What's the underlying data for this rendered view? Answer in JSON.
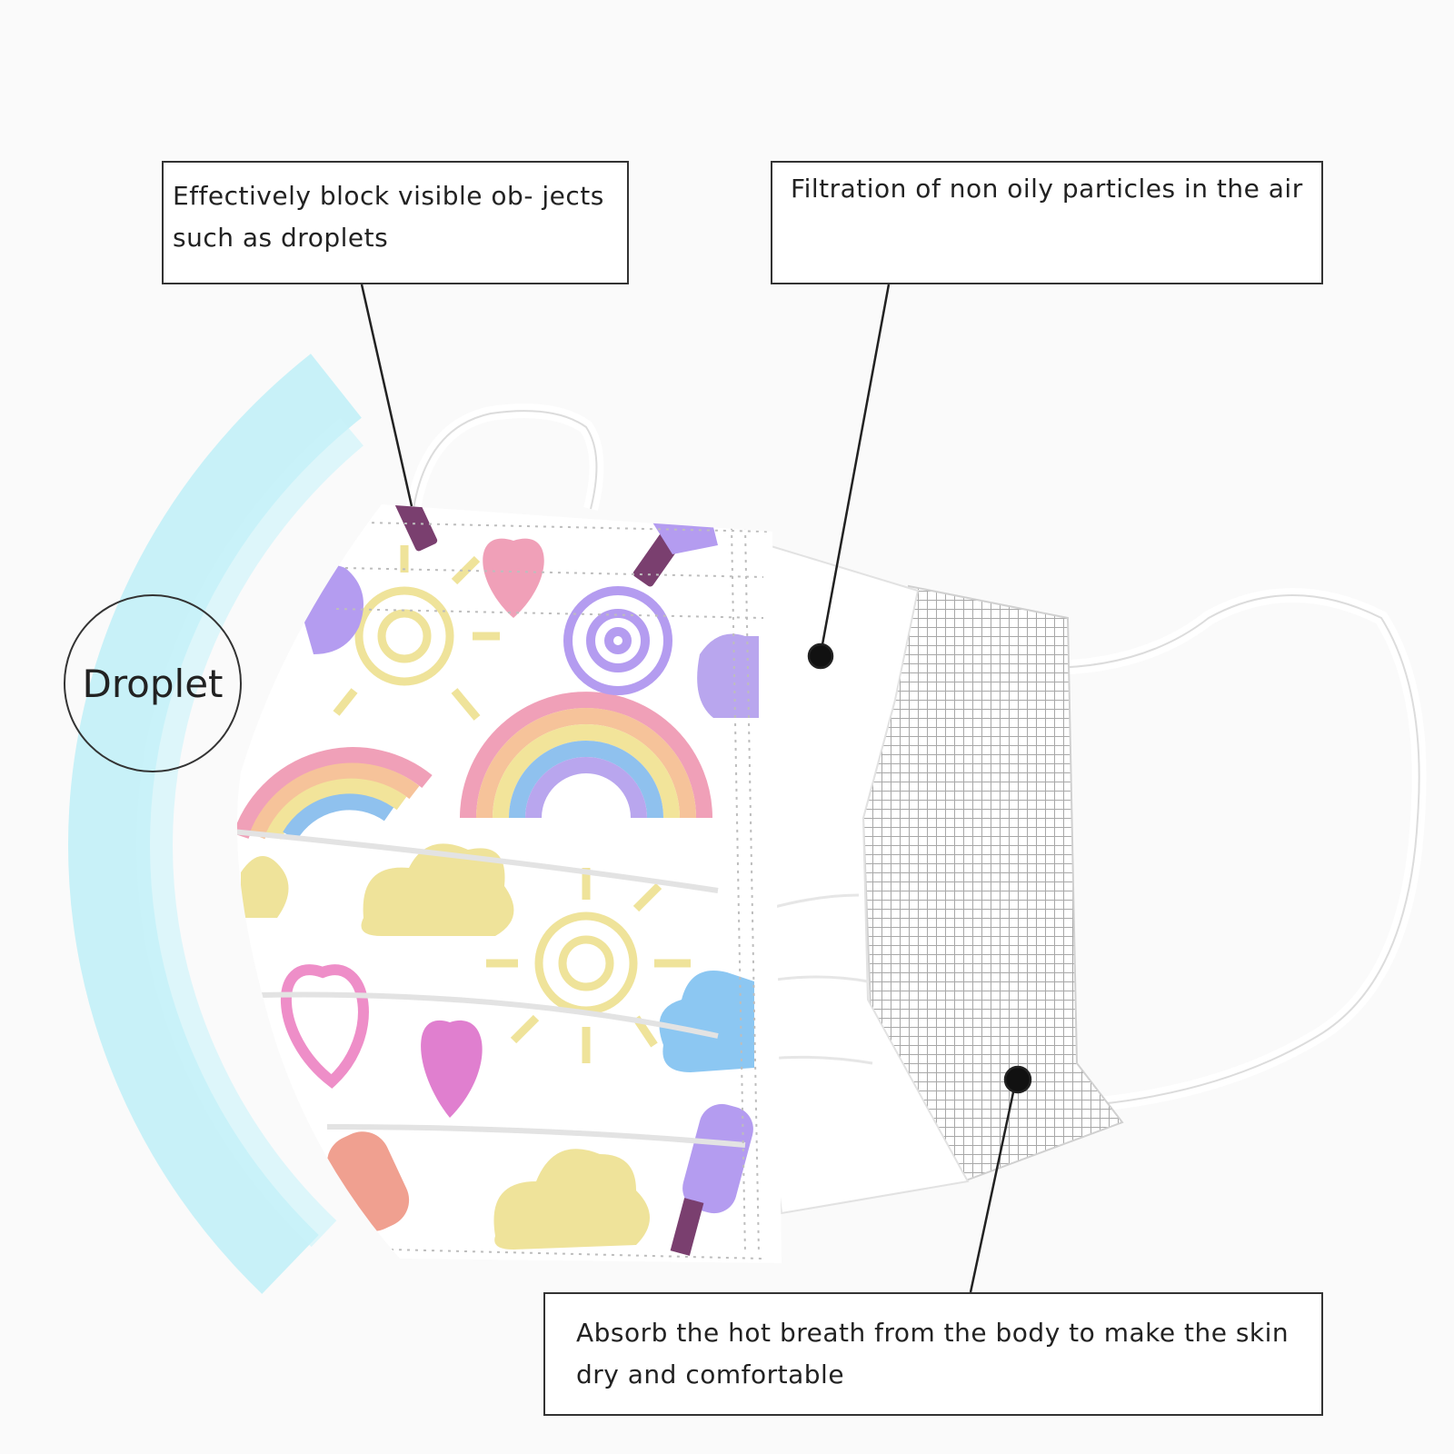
{
  "callouts": {
    "block_droplets": "Effectively block visible ob- jects such as droplets",
    "filtration": "Filtration of non oily particles in the air",
    "absorb": "Absorb the hot breath from the body to make the skin dry and comfortable"
  },
  "droplet_label": "Droplet",
  "colors": {
    "droplet_glow": "#7fe3f2",
    "rainbow": [
      "#f0a0b8",
      "#f6c39a",
      "#f2e49a",
      "#8fc1ee",
      "#b9a6ee"
    ],
    "pattern_yellow": "#efe39a",
    "pattern_purple": "#b49cf0",
    "pattern_pink": "#ee8ec8",
    "pattern_blue": "#8cc7f2",
    "mesh_gray": "#b9b9b9",
    "outline": "#333333"
  },
  "icons": [
    "mask-ear-loop-icon",
    "rainbow-icon",
    "heart-icon",
    "sun-swirl-icon",
    "cloud-icon",
    "popsicle-icon"
  ]
}
